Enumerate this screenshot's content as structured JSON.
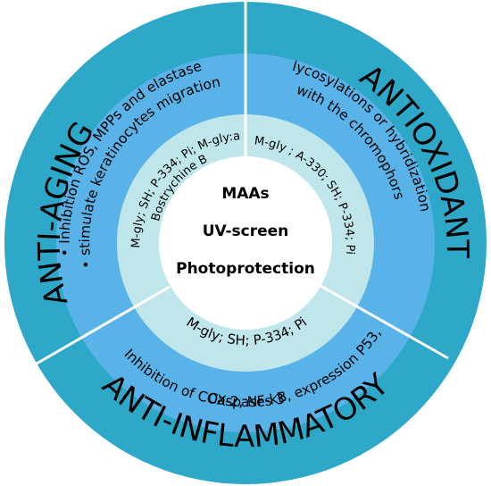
{
  "colors": {
    "outer_ring": "#2ea8c8",
    "middle_ring": "#5ab3e8",
    "inner_ring": "#bfe6ea",
    "center": "#ffffff",
    "divider": "#ffffff",
    "text": "#000000"
  },
  "center": {
    "line1": "MAAs",
    "line2": "UV-screen",
    "line3": "Photoprotection"
  },
  "sections": {
    "anti_aging": {
      "title": "ANTI-AGING",
      "mechanism_line1": "• Inhibition ROS, MPPs and elastase",
      "mechanism_line2": "• stimulate keratinocytes migration",
      "compounds_line1": "M-gly; SH; P-334; Pi; M-gly:a;",
      "compounds_line2": "Bostrychine B"
    },
    "antioxidant": {
      "title": "ANTIOXIDANT",
      "mechanism_line1": "glycosylations or hybridizations",
      "mechanism_line2": "with the chromophors",
      "compounds_line1": "M-gly ; A-330; SH; P-334; Pi"
    },
    "anti_inflammatory": {
      "title": "ANTI-INFLAMMATORY",
      "mechanism_line1": "Inhibition of COX-2, NF-kB, expression P53,",
      "mechanism_line2": "Caspases 3",
      "compounds_line1": "M-gly; SH; P-334; Pi"
    }
  }
}
